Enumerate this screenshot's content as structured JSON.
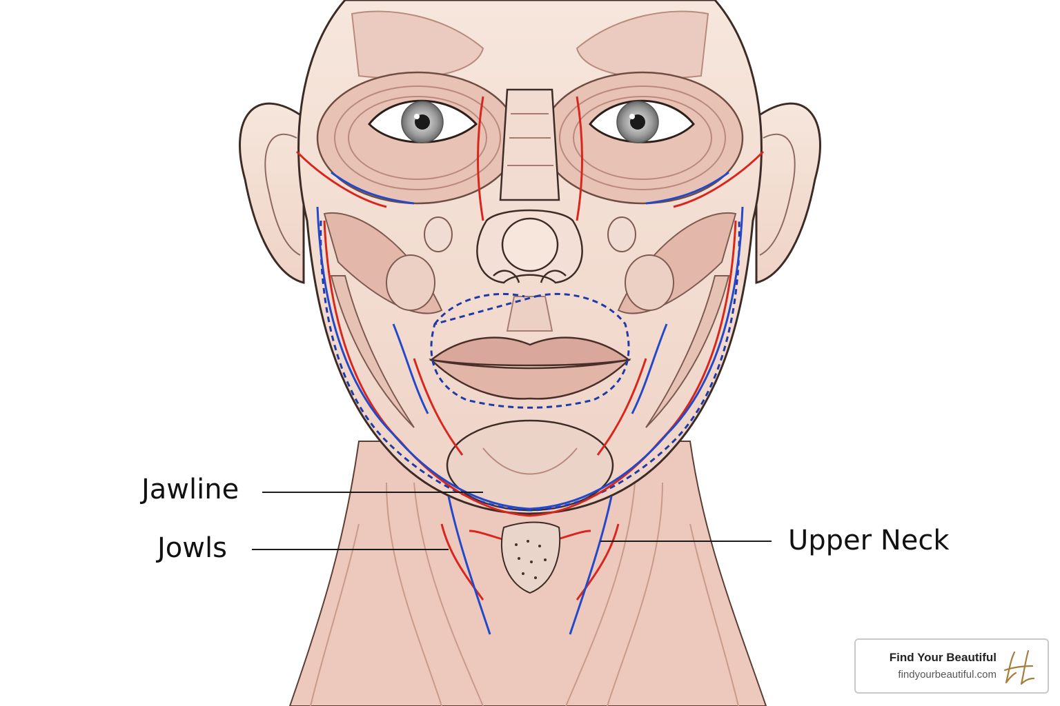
{
  "labels": {
    "jawline": "Jawline",
    "jowls": "Jowls",
    "upper_neck": "Upper Neck"
  },
  "brand": {
    "name": "Find Your Beautiful",
    "url": "findyourbeautiful.com",
    "logo_letter": "H"
  },
  "colors": {
    "skin": "#f2ddd2",
    "muscle": "#e7c3b6",
    "muscle_dark": "#c99c8c",
    "outline": "#3d2b26",
    "artery": "#d8261c",
    "vein": "#2349c8",
    "dashed_guide": "#1f3aa8",
    "brand_gold": "#a77c3a"
  },
  "icons": {
    "logo": "monogram-h-logo"
  }
}
